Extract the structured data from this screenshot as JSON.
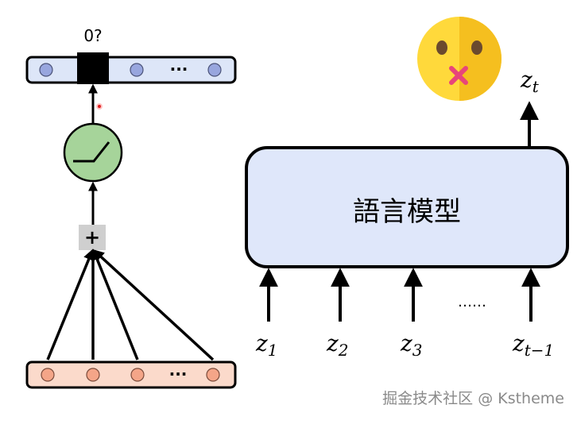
{
  "left_diagram": {
    "output_label": "0?",
    "top_ellipsis": "···",
    "bottom_ellipsis": "···",
    "sum_symbol": "+"
  },
  "right_diagram": {
    "model_label": "語言模型",
    "output": {
      "base": "z",
      "sub": "t"
    },
    "inputs": [
      {
        "base": "z",
        "sub": "1"
      },
      {
        "base": "z",
        "sub": "2"
      },
      {
        "base": "z",
        "sub": "3"
      },
      {
        "base": "z",
        "sub": "t−1"
      }
    ],
    "dots": "……"
  },
  "watermark": "掘金技术社区 @ Kstheme",
  "colors": {
    "top_bar_fill": "#dde6f8",
    "top_node": "#98a6de",
    "bottom_bar_fill": "#fbdacb",
    "bottom_node": "#f4a588",
    "activation_fill": "#a6d49a",
    "model_fill": "#dfe7fa",
    "emoji_yellow": "#ffd93b",
    "emoji_shade": "#f5bf1f",
    "mouth_x": "#e8457a"
  }
}
